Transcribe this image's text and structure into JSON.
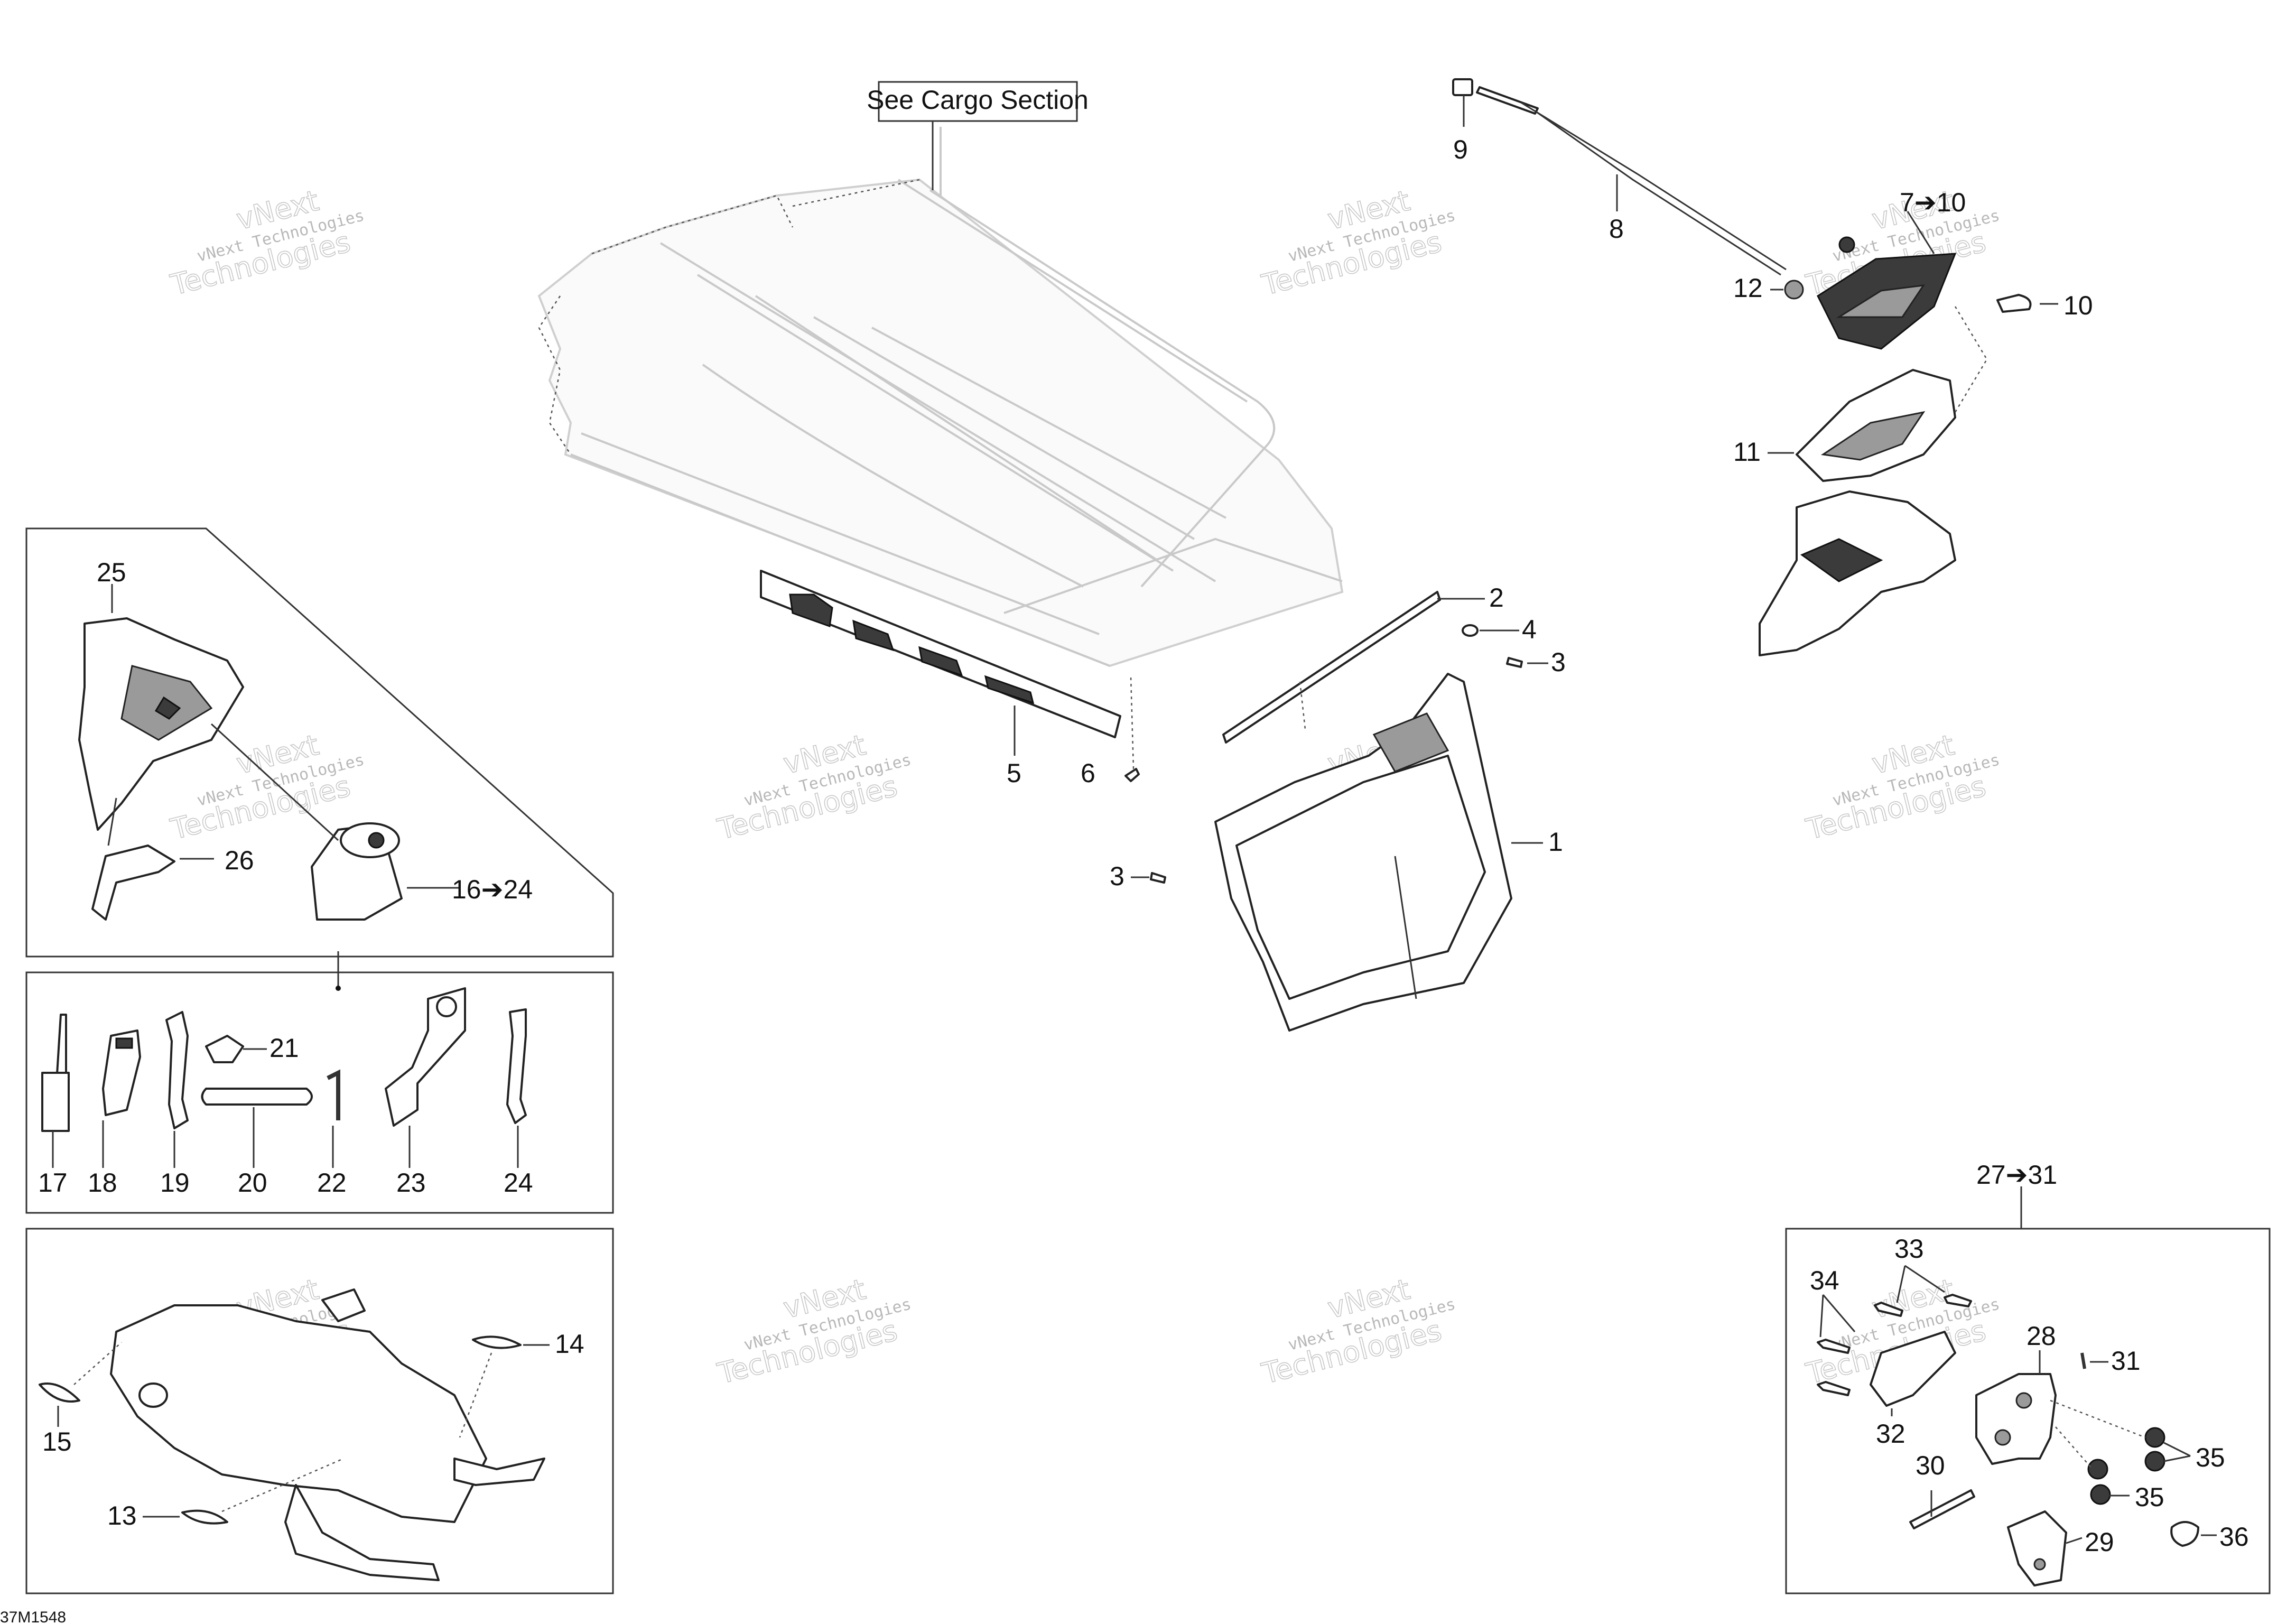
{
  "reference_code": "37M1548",
  "see_note": "See Cargo Section",
  "watermark": {
    "line1": "vNext Technologies",
    "line2": "Technologies",
    "line3": "vNext"
  },
  "labels": {
    "l1": "1",
    "l2": "2",
    "l3a": "3",
    "l3b": "3",
    "l4": "4",
    "l5": "5",
    "l6": "6",
    "l7_10": "7➔10",
    "l8": "8",
    "l9": "9",
    "l10": "10",
    "l11": "11",
    "l12": "12",
    "l13": "13",
    "l14": "14",
    "l15": "15",
    "l16_24": "16➔24",
    "l17": "17",
    "l18": "18",
    "l19": "19",
    "l20": "20",
    "l21": "21",
    "l22": "22",
    "l23": "23",
    "l24": "24",
    "l25": "25",
    "l26": "26",
    "l27_31": "27➔31",
    "l28": "28",
    "l29": "29",
    "l30": "30",
    "l31": "31",
    "l32": "32",
    "l33": "33",
    "l34": "34",
    "l35a": "35",
    "l35b": "35",
    "l36": "36"
  }
}
